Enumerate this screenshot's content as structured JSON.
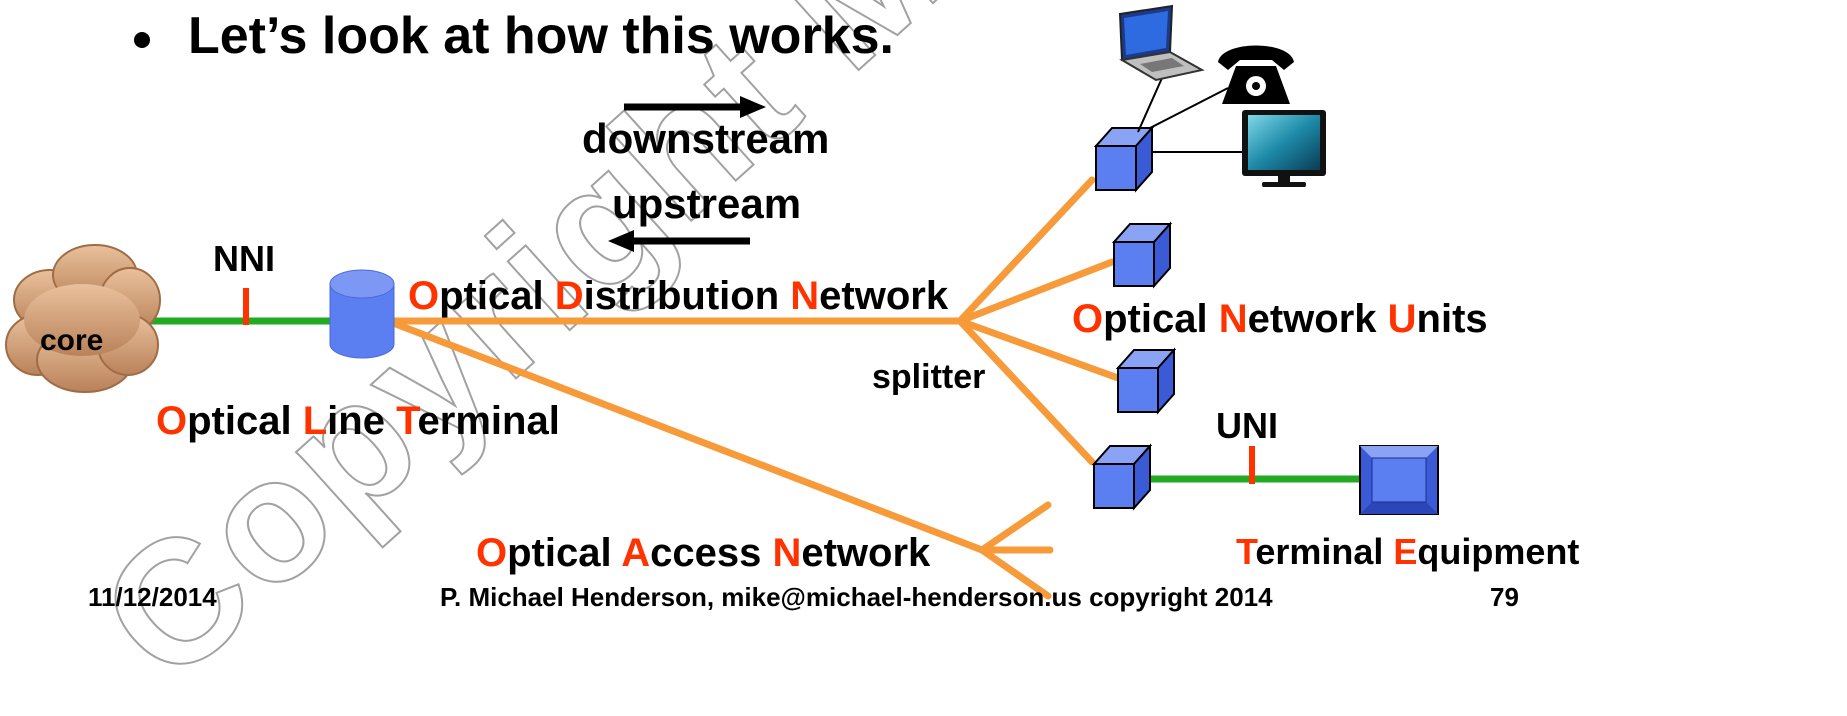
{
  "slide": {
    "bullet": "Let’s look at how this works."
  },
  "labels": {
    "downstream": "downstream",
    "upstream": "upstream",
    "nni": "NNI",
    "uni": "UNI",
    "core": "core",
    "splitter": "splitter"
  },
  "terms": {
    "odn": [
      [
        "O",
        "ptical "
      ],
      [
        "D",
        "istribution "
      ],
      [
        "N",
        "etwork"
      ]
    ],
    "olt": [
      [
        "O",
        "ptical "
      ],
      [
        "L",
        "ine "
      ],
      [
        "T",
        "erminal"
      ]
    ],
    "onu": [
      [
        "O",
        "ptical "
      ],
      [
        "N",
        "etwork "
      ],
      [
        "U",
        "nits"
      ]
    ],
    "oan": [
      [
        "O",
        "ptical "
      ],
      [
        "A",
        "ccess "
      ],
      [
        "N",
        "etwork"
      ]
    ],
    "te": [
      [
        "T",
        "erminal "
      ],
      [
        "E",
        "quipment"
      ]
    ]
  },
  "footer": {
    "date": "11/12/2014",
    "author": "P. Michael Henderson, mike@michael-henderson.us copyright 2014",
    "page": "79"
  },
  "watermark": "Copyright Michael Henderson",
  "colors": {
    "fiber": "#f79a3a",
    "copper": "#22aa22",
    "accent": "#ff3300",
    "device": "#5b7ff0",
    "cloud": "#d9a47a"
  }
}
